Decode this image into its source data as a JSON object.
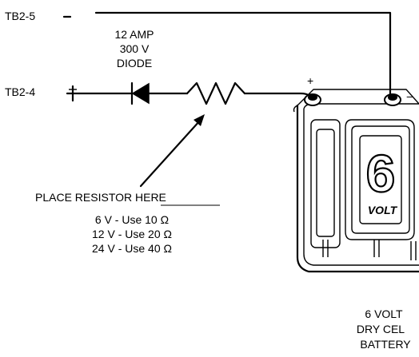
{
  "terminals": {
    "tb2_5": "TB2-5",
    "tb2_4": "TB2-4"
  },
  "diode": {
    "line1": "12 AMP",
    "line2": "300 V",
    "line3": "DIODE"
  },
  "resistor_note": {
    "heading": "PLACE RESISTOR HERE",
    "rows": [
      "6 V - Use 10 Ω",
      "12 V - Use 20 Ω",
      "24 V - Use 40 Ω"
    ]
  },
  "battery": {
    "plus_mark": "+",
    "minus_mark": "−",
    "number": "6",
    "volt_text": "VOLT",
    "caption_line1": "6 VOLT",
    "caption_line2": "DRY CEL",
    "caption_line3": "BATTERY"
  },
  "colors": {
    "ink": "#000000",
    "background": "#ffffff"
  }
}
